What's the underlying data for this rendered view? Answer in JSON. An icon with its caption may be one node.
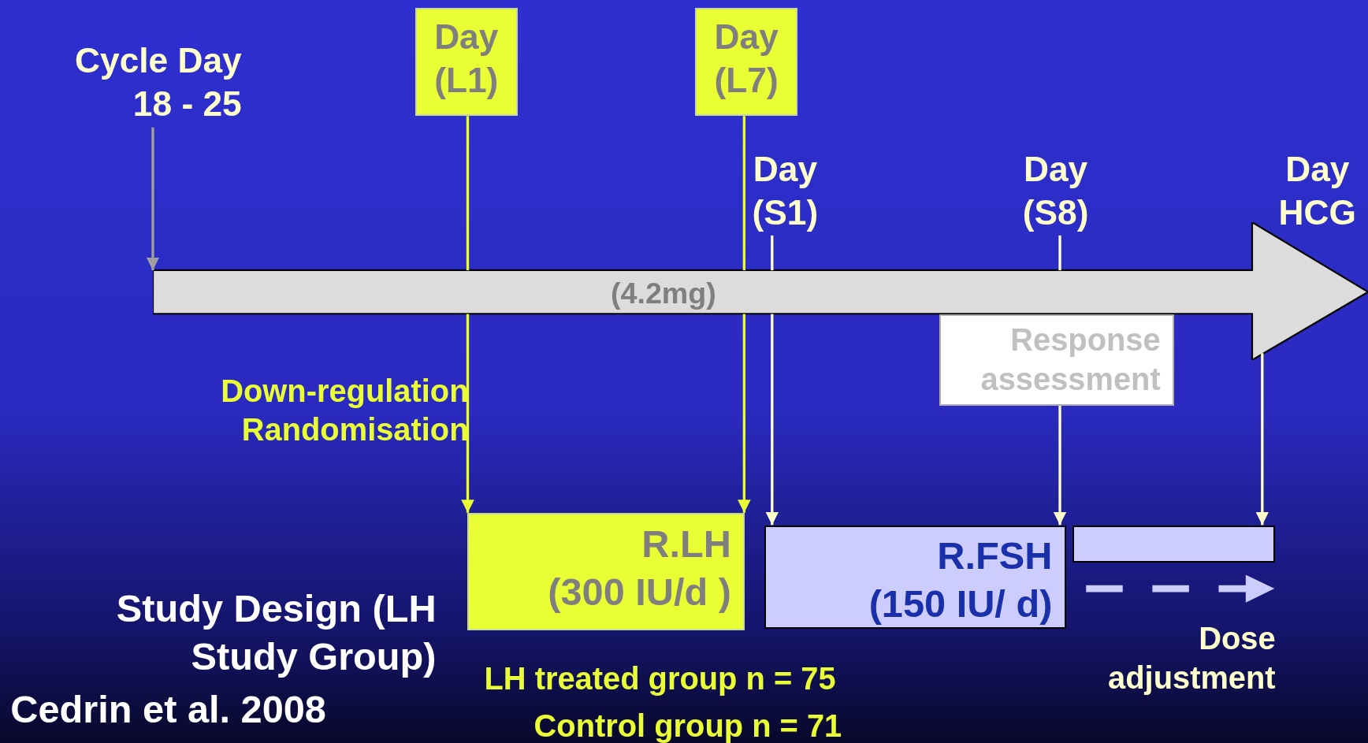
{
  "diagram": {
    "nodes": [
      {
        "text": [
          "Cycle Day 18 - 25"
        ]
      },
      {
        "text": [
          "Day (L1)"
        ]
      },
      {
        "text": [
          "Day (L7)"
        ]
      },
      {
        "text": [
          "Day (S1)"
        ]
      },
      {
        "text": [
          "Day (S8)"
        ]
      },
      {
        "text": [
          "Day HCG"
        ]
      },
      {
        "text": [
          "(4.2mg)"
        ]
      },
      {
        "text": [
          "Response assessment"
        ]
      },
      {
        "text": [
          "R.LH",
          "(300 IU/d )"
        ]
      },
      {
        "text": [
          "R.FSH",
          "(150 IU/ d)"
        ]
      },
      {
        "text": [],
        "shape": "box"
      }
    ],
    "edges": [
      {
        "from": 0,
        "to": 6,
        "arrow": "to",
        "color": "#a0a0a0"
      },
      {
        "from": 1,
        "to": 6,
        "arrow": "none",
        "color": "#eaff33"
      },
      {
        "from": 6,
        "to": 8,
        "arrow": "to",
        "color": "#eaff33"
      },
      {
        "from": 2,
        "to": 6,
        "arrow": "none",
        "color": "#eaff33"
      },
      {
        "from": 6,
        "to": 8,
        "arrow": "to",
        "color": "#eaff33"
      },
      {
        "from": 3,
        "to": 6,
        "arrow": "none"
      },
      {
        "from": 6,
        "to": 9,
        "arrow": "to"
      },
      {
        "from": 4,
        "to": 6,
        "arrow": "none"
      },
      {
        "from": 7,
        "to": 9,
        "arrow": "to"
      },
      {
        "from": 6,
        "to": 10,
        "arrow": "to"
      }
    ],
    "labels": [
      "Down-regulation Randomisation",
      "Study Design (LH Study Group)",
      "Dose adjustment",
      "LH treated group n = 75",
      "Cedrin et al. 2008",
      "Control group n = 71"
    ]
  }
}
